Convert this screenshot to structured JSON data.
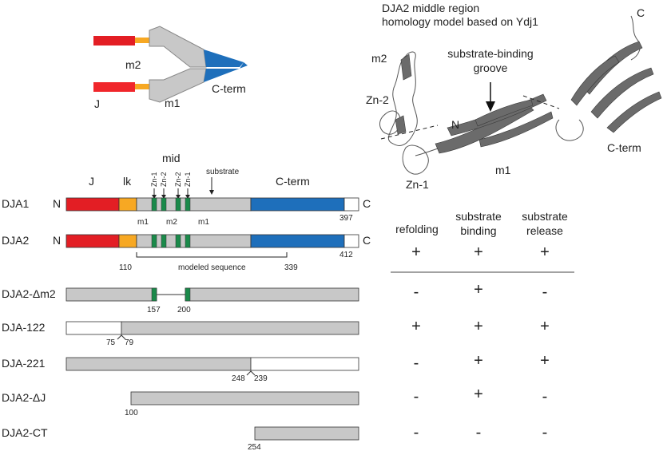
{
  "colors": {
    "J": "#e31e24",
    "lk": "#f7a823",
    "mid": "#c8c8c8",
    "zn": "#1a8a4a",
    "cterm": "#1e6fbb",
    "white": "#ffffff",
    "ribbon": "#6b6b6b"
  },
  "schematic": {
    "m2": "m2",
    "m1": "m1",
    "J": "J",
    "cterm": "C-term"
  },
  "model": {
    "title_line1": "DJA2 middle region",
    "title_line2": "homology model based on Ydj1",
    "m2": "m2",
    "zn2": "Zn-2",
    "zn1": "Zn-1",
    "n": "N",
    "c": "C",
    "m1": "m1",
    "cterm": "C-term",
    "groove_line1": "substrate-binding",
    "groove_line2": "groove"
  },
  "domains": {
    "J": "J",
    "lk": "lk",
    "mid": "mid",
    "cterm": "C-term",
    "zn1a": "Zn-1",
    "zn2a": "Zn-2",
    "zn2b": "Zn-2",
    "zn1b": "Zn-1",
    "substrate": "substrate",
    "m1a": "m1",
    "m2": "m2",
    "m1b": "m1"
  },
  "constructs": {
    "dja1": {
      "name": "DJA1",
      "n": "N",
      "c": "C",
      "end": "397"
    },
    "dja2": {
      "name": "DJA2",
      "n": "N",
      "c": "C",
      "end": "412"
    },
    "modeled": {
      "start": "110",
      "end": "339",
      "label": "modeled sequence"
    },
    "dm2": {
      "name": "DJA2-Δm2",
      "a": "157",
      "b": "200"
    },
    "d122": {
      "name": "DJA-122",
      "a": "75",
      "b": "79"
    },
    "d221": {
      "name": "DJA-221",
      "a": "248",
      "b": "239"
    },
    "dj": {
      "name": "DJA2-ΔJ",
      "a": "100"
    },
    "ct": {
      "name": "DJA2-CT",
      "a": "254"
    }
  },
  "activity": {
    "headers": {
      "refolding": "refolding",
      "binding_1": "substrate",
      "binding_2": "binding",
      "release_1": "substrate",
      "release_2": "release"
    },
    "rows": [
      {
        "refolding": "+",
        "binding": "+",
        "release": "+"
      },
      {
        "refolding": "-",
        "binding": "+",
        "release": "-"
      },
      {
        "refolding": "+",
        "binding": "+",
        "release": "+"
      },
      {
        "refolding": "-",
        "binding": "+",
        "release": "+"
      },
      {
        "refolding": "-",
        "binding": "+",
        "release": "-"
      },
      {
        "refolding": "-",
        "binding": "-",
        "release": "-"
      }
    ]
  }
}
